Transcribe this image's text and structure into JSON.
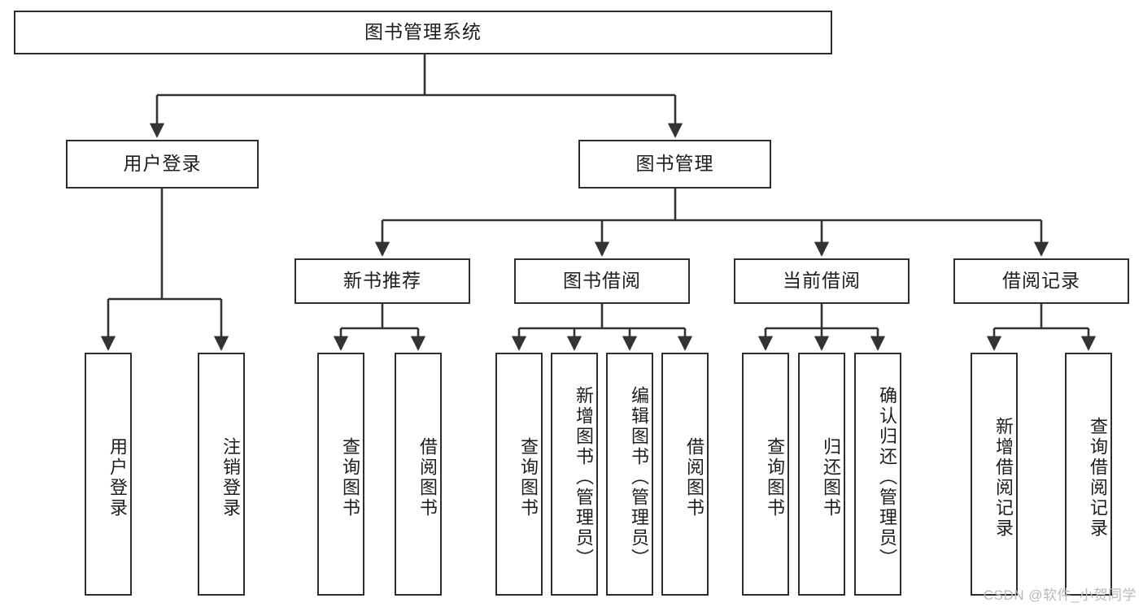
{
  "diagram": {
    "title": "图书管理系统",
    "type": "hierarchy-tree",
    "watermark": "CSDN @软件_小贺同学",
    "colors": {
      "box_border": "#2e2e2e",
      "box_fill": "#ffffff",
      "connector": "#333333",
      "text": "#1d1d1d",
      "watermark": "#b9b9b9"
    },
    "root": {
      "label": "图书管理系统"
    },
    "level2": [
      {
        "id": "user-login",
        "label": "用户登录"
      },
      {
        "id": "book-manage",
        "label": "图书管理"
      }
    ],
    "level3": [
      {
        "id": "new-book-recommend",
        "label": "新书推荐"
      },
      {
        "id": "book-borrow",
        "label": "图书借阅"
      },
      {
        "id": "current-borrow",
        "label": "当前借阅"
      },
      {
        "id": "borrow-record",
        "label": "借阅记录"
      }
    ],
    "leaves": {
      "user-login": [
        {
          "id": "leaf-user-login",
          "label": "用户登录"
        },
        {
          "id": "leaf-logout",
          "label": "注销登录"
        }
      ],
      "new-book-recommend": [
        {
          "id": "leaf-query-book-1",
          "label": "查询图书"
        },
        {
          "id": "leaf-borrow-book-1",
          "label": "借阅图书"
        }
      ],
      "book-borrow": [
        {
          "id": "leaf-query-book-2",
          "label": "查询图书"
        },
        {
          "id": "leaf-add-book",
          "label": "新增图书（管理员）"
        },
        {
          "id": "leaf-edit-book",
          "label": "编辑图书（管理员）"
        },
        {
          "id": "leaf-borrow-book-2",
          "label": "借阅图书"
        }
      ],
      "current-borrow": [
        {
          "id": "leaf-query-book-3",
          "label": "查询图书"
        },
        {
          "id": "leaf-return-book",
          "label": "归还图书"
        },
        {
          "id": "leaf-confirm-return",
          "label": "确认归还（管理员）"
        }
      ],
      "borrow-record": [
        {
          "id": "leaf-add-record",
          "label": "新增借阅记录"
        },
        {
          "id": "leaf-query-record",
          "label": "查询借阅记录"
        }
      ]
    }
  }
}
